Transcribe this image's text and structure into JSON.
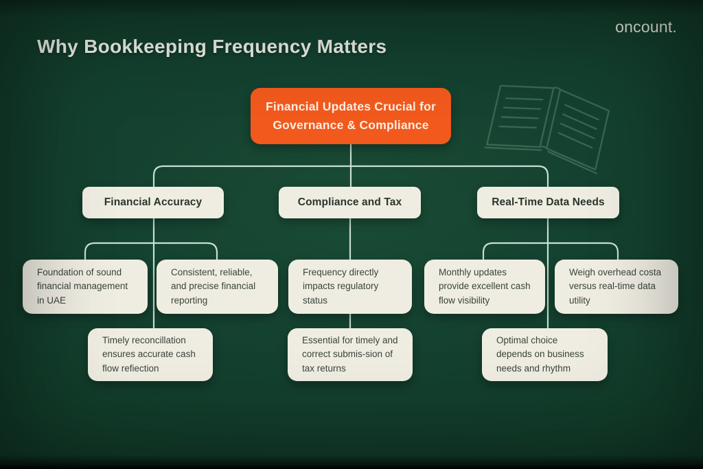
{
  "header": {
    "title": "Why Bookkeeping Frequency Matters",
    "brand": "oncount."
  },
  "colors": {
    "background_green": "#12402B",
    "accent_orange": "#F1591D",
    "card_cream": "#EFEDE2",
    "connector_mint": "#C9E0D3",
    "title_text": "#EBEEE5"
  },
  "icons": {
    "decoration": "open-book-icon"
  },
  "diagram": {
    "root": {
      "label": "Financial Updates Crucial for Governance & Compliance"
    },
    "branches": [
      {
        "label": "Financial Accuracy",
        "top_children": [
          "Foundation of sound financial management in UAE",
          "Consistent, reliable, and precise financial reporting"
        ],
        "bottom_child": "Timely reconcillation ensures accurate cash flow refiection"
      },
      {
        "label": "Compliance and Tax",
        "top_children": [
          "Frequency directly impacts regulatory status"
        ],
        "bottom_child": "Essential for timely and correct submis-sion of tax returns"
      },
      {
        "label": "Real-Time Data Needs",
        "top_children": [
          "Monthly updates provide excellent cash flow visibility",
          "Weigh overhead costa versus real-time data utility"
        ],
        "bottom_child": "Optimal choice depends on business needs and rhythm"
      }
    ]
  }
}
